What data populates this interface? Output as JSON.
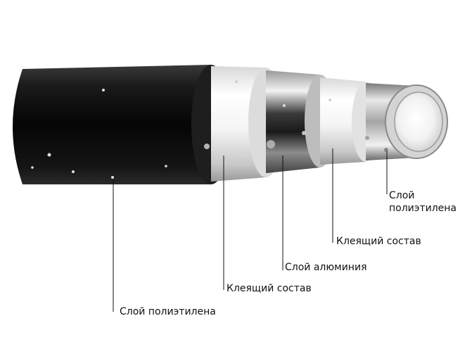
{
  "labels": {
    "inner_polyethylene": [
      "Слой",
      "полиэтилена"
    ],
    "inner_adhesive": "Клеящий состав",
    "aluminum": "Слой алюминия",
    "outer_adhesive": "Клеящий состав",
    "outer_polyethylene": "Слой полиэтилена"
  },
  "colors": {
    "outer_jacket": "#141414",
    "adhesive_white": "#f0f0f0",
    "aluminum": "#8a8a8a",
    "inner_pipe": "#c9c9c9",
    "leader_line": "#111111",
    "text": "#111111"
  }
}
